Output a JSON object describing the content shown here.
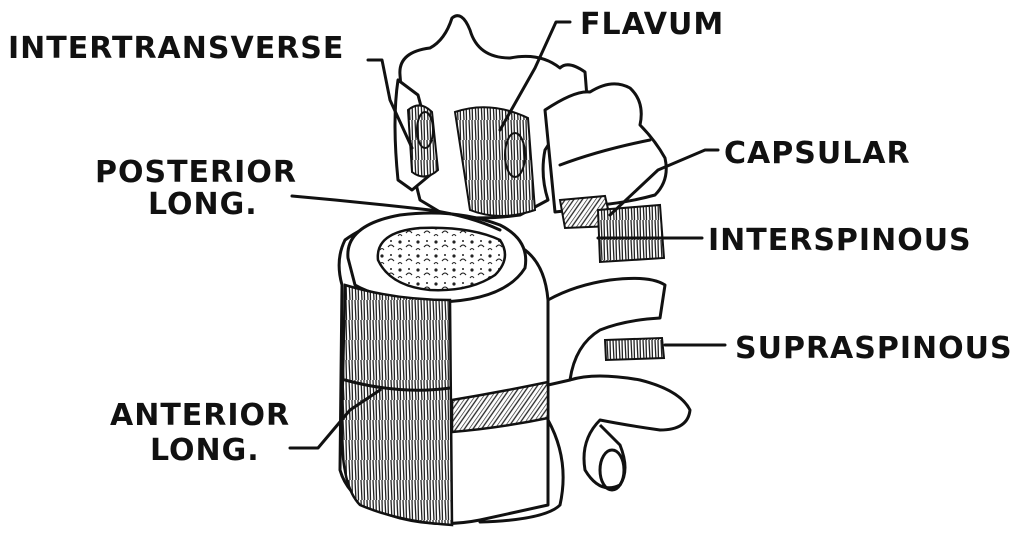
{
  "labels": {
    "intertransverse": "INTERTRANSVERSE",
    "flavum": "FLAVUM",
    "capsular": "CAPSULAR",
    "posterior_line1": "POSTERIOR",
    "posterior_line2": "LONG.",
    "interspinous": "INTERSPINOUS",
    "supraspinous": "SUPRASPINOUS",
    "anterior_line1": "ANTERIOR",
    "anterior_line2": "LONG."
  }
}
